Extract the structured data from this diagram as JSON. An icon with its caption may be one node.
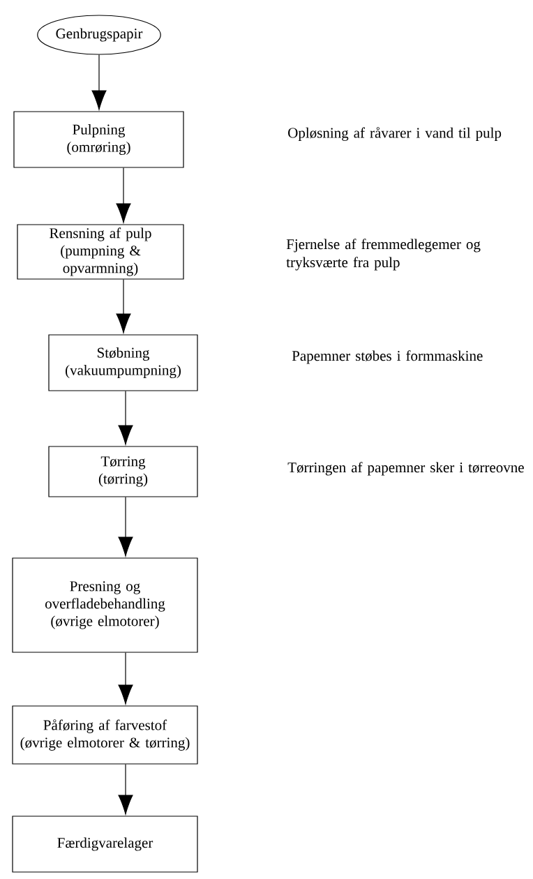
{
  "diagram": {
    "nodes": [
      {
        "text": [
          "Genbrugspapir"
        ]
      },
      {
        "text": [
          "Pulpning",
          "(omrøring)"
        ]
      },
      {
        "text": [
          "Rensning af pulp",
          "(pumpning & opvarmning)"
        ]
      },
      {
        "text": [
          "Støbning",
          "(vakuumpumpning)"
        ]
      },
      {
        "text": [
          "Tørring",
          "(tørring)"
        ]
      },
      {
        "text": [
          "Presning og overfladebehandling",
          "(øvrige elmotorer)"
        ]
      },
      {
        "text": [
          "Påføring af farvestof",
          "(øvrige elmotorer & tørring)"
        ]
      },
      {
        "text": [
          "Færdigvarelager"
        ]
      }
    ],
    "edges": [
      {
        "from": 0,
        "to": 1,
        "arrow": "to"
      },
      {
        "from": 1,
        "to": 2,
        "arrow": "to"
      },
      {
        "from": 2,
        "to": 3,
        "arrow": "to"
      },
      {
        "from": 3,
        "to": 4,
        "arrow": "to"
      },
      {
        "from": 4,
        "to": 5,
        "arrow": "to"
      },
      {
        "from": 5,
        "to": 6,
        "arrow": "to"
      },
      {
        "from": 6,
        "to": 7,
        "arrow": "to"
      }
    ],
    "labels": [
      "Opløsning af råvarer i vand til pulp",
      "Fjernelse af fremmedlegemer og tryksværte fra pulp",
      "Papemner støbes i formmaskine",
      "Tørringen af papemner sker i tørreovne"
    ]
  }
}
